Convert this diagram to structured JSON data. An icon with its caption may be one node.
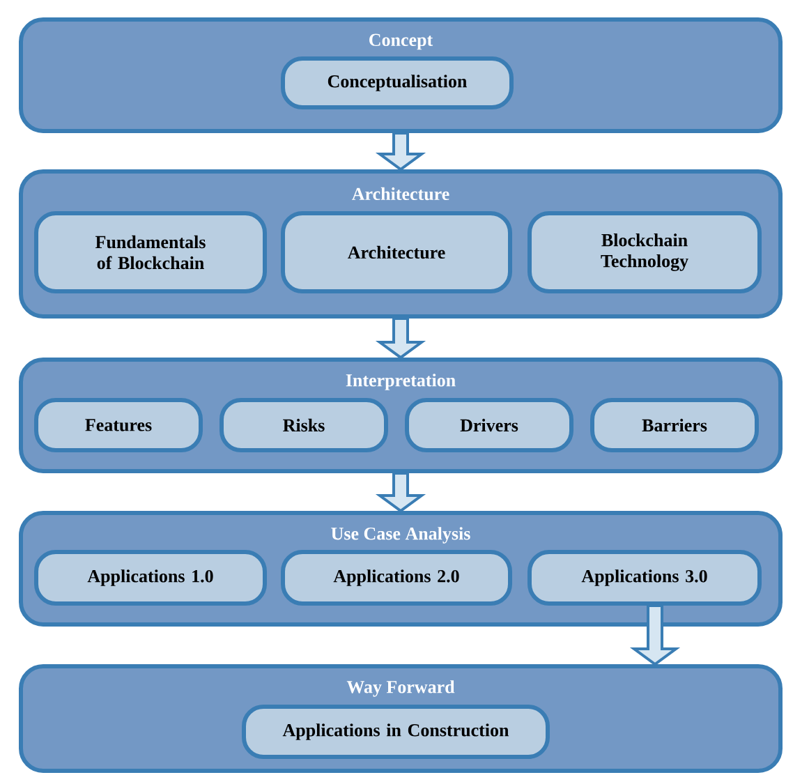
{
  "diagram": {
    "nodes": [
      {
        "text": [
          "Concept"
        ]
      },
      {
        "text": [
          "Conceptualisation"
        ],
        "in": 0
      },
      {
        "text": [
          "Architecture"
        ]
      },
      {
        "text": [
          "Fundamentals of Blockchain"
        ],
        "in": 2
      },
      {
        "text": [
          "Architecture"
        ],
        "in": 2
      },
      {
        "text": [
          "Blockchain Technology"
        ],
        "in": 2
      },
      {
        "text": [
          "Interpretation"
        ]
      },
      {
        "text": [
          "Features"
        ],
        "in": 6
      },
      {
        "text": [
          "Risks"
        ],
        "in": 6
      },
      {
        "text": [
          "Drivers"
        ],
        "in": 6
      },
      {
        "text": [
          "Barriers"
        ],
        "in": 6
      },
      {
        "text": [
          "Use Case Analysis"
        ]
      },
      {
        "text": [
          "Applications 1.0"
        ],
        "in": 11
      },
      {
        "text": [
          "Applications 2.0"
        ],
        "in": 11
      },
      {
        "text": [
          "Applications 3.0"
        ],
        "in": 11
      },
      {
        "text": [
          "Way Forward"
        ]
      },
      {
        "text": [
          "Applications in Construction"
        ],
        "in": 15
      }
    ],
    "edges": [
      {
        "from": 0,
        "to": 2,
        "arrow": "to"
      },
      {
        "from": 2,
        "to": 6,
        "arrow": "to"
      },
      {
        "from": 6,
        "to": 11,
        "arrow": "to"
      },
      {
        "from": 14,
        "to": 15,
        "arrow": "to"
      }
    ]
  }
}
